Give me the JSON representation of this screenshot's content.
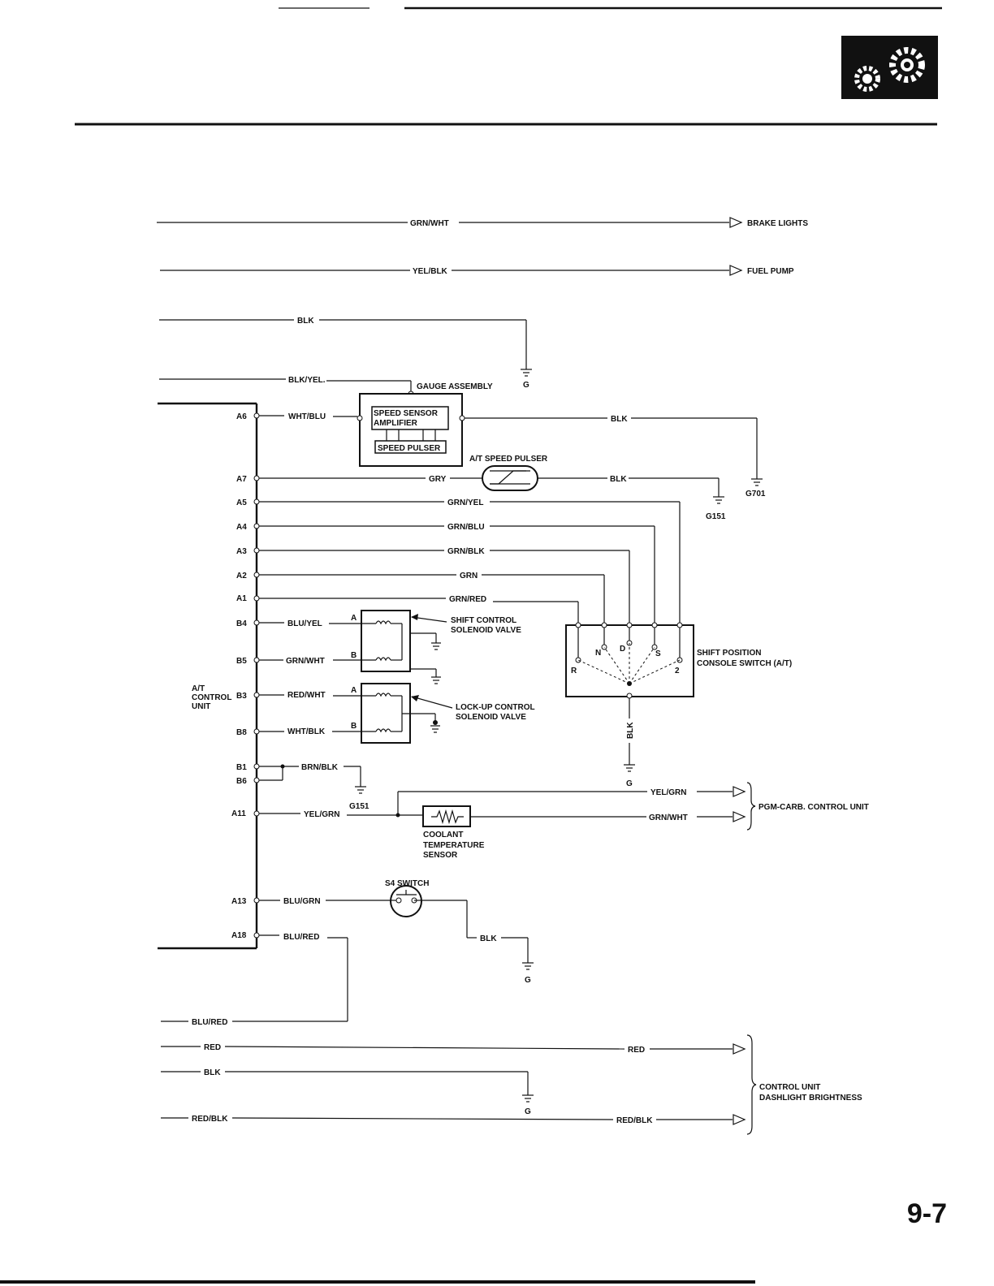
{
  "page": {
    "number": "9-7",
    "gear_icon": "gears-icon"
  },
  "unit": {
    "label_lines": [
      "A/T",
      "CONTROL",
      "UNIT"
    ]
  },
  "pins": {
    "A6": "A6",
    "A7": "A7",
    "A5": "A5",
    "A4": "A4",
    "A3": "A3",
    "A2": "A2",
    "A1": "A1",
    "B4": "B4",
    "B5": "B5",
    "B3": "B3",
    "B8": "B8",
    "B1": "B1",
    "B6": "B6",
    "A11": "A11",
    "A13": "A13",
    "A18": "A18"
  },
  "wires": {
    "grn_wht_top": "GRN/WHT",
    "yel_blk": "YEL/BLK",
    "blk_top": "BLK",
    "blk_yel": "BLK/YEL.",
    "wht_blu": "WHT/BLU",
    "blk_g701": "BLK",
    "gry": "GRY",
    "blk_g151": "BLK",
    "grn_yel": "GRN/YEL",
    "grn_blu": "GRN/BLU",
    "grn_blk": "GRN/BLK",
    "grn": "GRN",
    "grn_red": "GRN/RED",
    "blu_yel": "BLU/YEL",
    "grn_wht_b5": "GRN/WHT",
    "red_wht": "RED/WHT",
    "wht_blk": "WHT/BLK",
    "brn_blk": "BRN/BLK",
    "yel_grn_a11": "YEL/GRN",
    "yel_grn_pgm": "YEL/GRN",
    "grn_wht_pgm": "GRN/WHT",
    "blu_grn": "BLU/GRN",
    "blk_s4": "BLK",
    "blu_red_a18": "BLU/RED",
    "blk_shift": "BLK",
    "blu_red_bottom": "BLU/RED",
    "red_left": "RED",
    "red_right": "RED",
    "blk_bottom": "BLK",
    "red_blk_left": "RED/BLK",
    "red_blk_right": "RED/BLK"
  },
  "destinations": {
    "brake_lights": "BRAKE LIGHTS",
    "fuel_pump": "FUEL PUMP",
    "pgm_carb": "PGM-CARB. CONTROL UNIT",
    "control_unit_lines": [
      "CONTROL UNIT",
      "DASHLIGHT BRIGHTNESS"
    ]
  },
  "components": {
    "gauge_assembly": "GAUGE ASSEMBLY",
    "speed_sensor_amp_lines": [
      "SPEED SENSOR",
      "AMPLIFIER"
    ],
    "speed_pulser": "SPEED PULSER",
    "at_speed_pulser": "A/T SPEED PULSER",
    "shift_control_lines": [
      "SHIFT CONTROL",
      "SOLENOID VALVE"
    ],
    "lockup_control_lines": [
      "LOCK-UP CONTROL",
      "SOLENOID VALVE"
    ],
    "shift_position_lines": [
      "SHIFT POSITION",
      "CONSOLE SWITCH (A/T)"
    ],
    "coolant_lines": [
      "COOLANT",
      "TEMPERATURE",
      "SENSOR"
    ],
    "s4_switch": "S4 SWITCH",
    "solenoid_a": "A",
    "solenoid_b": "B",
    "positions": {
      "r": "R",
      "n": "N",
      "d": "D",
      "s": "S",
      "two": "2"
    }
  },
  "grounds": {
    "g_top": "G",
    "g701": "G701",
    "g151_top": "G151",
    "g151_mid": "G151",
    "g_shift": "G",
    "g_s4": "G",
    "g_bottom": "G"
  }
}
